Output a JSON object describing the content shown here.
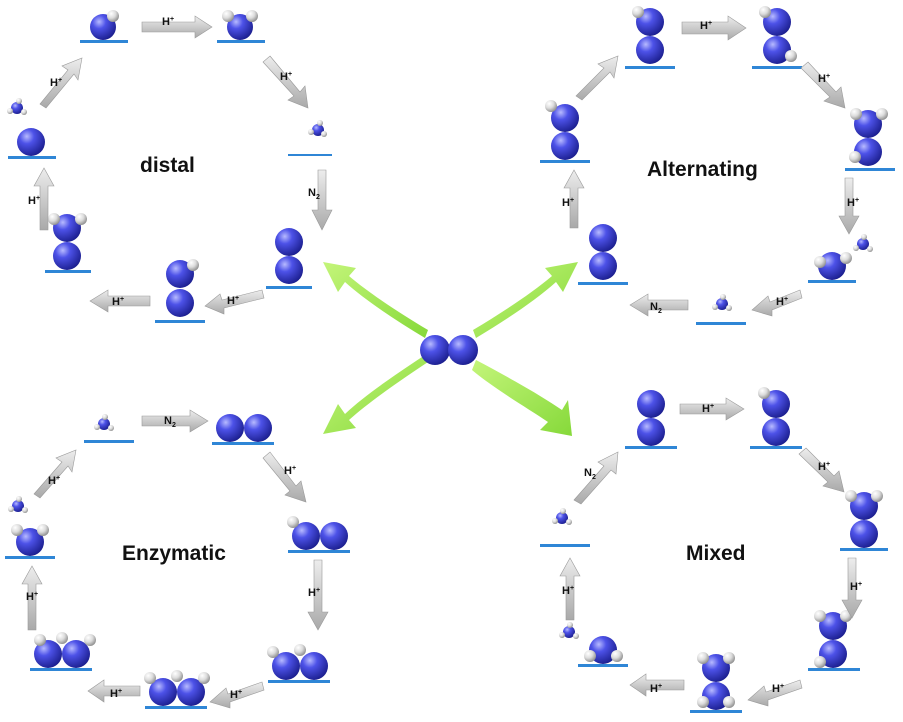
{
  "diagram": {
    "cycles": {
      "distal": {
        "title": "distal",
        "labels": [
          "H",
          "H",
          "N",
          "H",
          "H",
          "H",
          "H"
        ]
      },
      "alternating": {
        "title": "Alternating",
        "labels": [
          "H",
          "H",
          "H",
          "H",
          "N",
          "H"
        ]
      },
      "enzymatic": {
        "title": "Enzymatic",
        "labels": [
          "N",
          "H",
          "H",
          "H",
          "H",
          "H",
          "H"
        ]
      },
      "mixed": {
        "title": "Mixed",
        "labels": [
          "H",
          "N",
          "H",
          "H",
          "H",
          "H",
          "H"
        ]
      }
    },
    "superscript": "+",
    "subscript": "2",
    "colors": {
      "nitrogen": "#3a3fd6",
      "hydrogen": "#e6e6e6",
      "surface": "#2f86d6",
      "step_arrow": "#c9c9c9",
      "center_arrow": "#9be84c"
    }
  }
}
